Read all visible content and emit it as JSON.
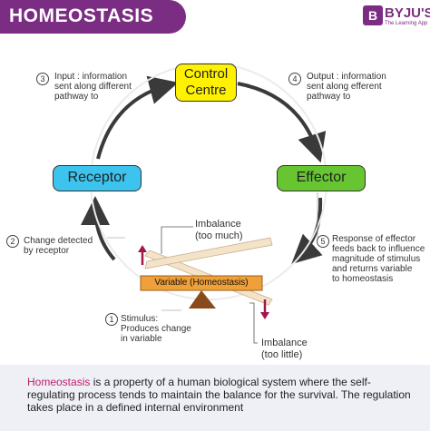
{
  "header": {
    "title": "HOMEOSTASIS",
    "brand_logo": "B",
    "brand_name": "BYJU'S",
    "brand_tagline": "The Learning App"
  },
  "nodes": {
    "control_line1": "Control",
    "control_line2": "Centre",
    "receptor": "Receptor",
    "effector": "Effector"
  },
  "steps": [
    {
      "num": "1",
      "lines": [
        "Stimulus:",
        "Produces change",
        "in variable"
      ]
    },
    {
      "num": "2",
      "lines": [
        "Change detected",
        "by receptor"
      ]
    },
    {
      "num": "3",
      "lines": [
        "Input : information",
        "sent along different",
        "pathway to"
      ]
    },
    {
      "num": "4",
      "lines": [
        "Output : information",
        "sent along efferent",
        "pathway to"
      ]
    },
    {
      "num": "5",
      "lines": [
        "Response of effector",
        "feeds back to influence",
        "magnitude of stimulus",
        "and returns variable",
        "to homeostasis"
      ]
    }
  ],
  "seesaw": {
    "variable_label": "Variable (Homeostasis)",
    "imbalance_high": [
      "Imbalance",
      "(too much)"
    ],
    "imbalance_low": [
      "Imbalance",
      "(too little)"
    ]
  },
  "footer": {
    "keyword": "Homeostasis",
    "text": " is a property of a human biological system where the self-regulating process tends to maintain the balance for the survival. The regulation takes place in a defined internal environment"
  },
  "colors": {
    "brand": "#7b2d83",
    "control": "#fff200",
    "receptor": "#3cc3ee",
    "effector": "#66c531",
    "keyword": "#c21d6b",
    "arrow": "#3a3a3a"
  },
  "icons": [
    "brand-logo-icon",
    "cycle-arrow-icon",
    "up-arrow-icon",
    "down-arrow-icon",
    "fulcrum-icon"
  ]
}
